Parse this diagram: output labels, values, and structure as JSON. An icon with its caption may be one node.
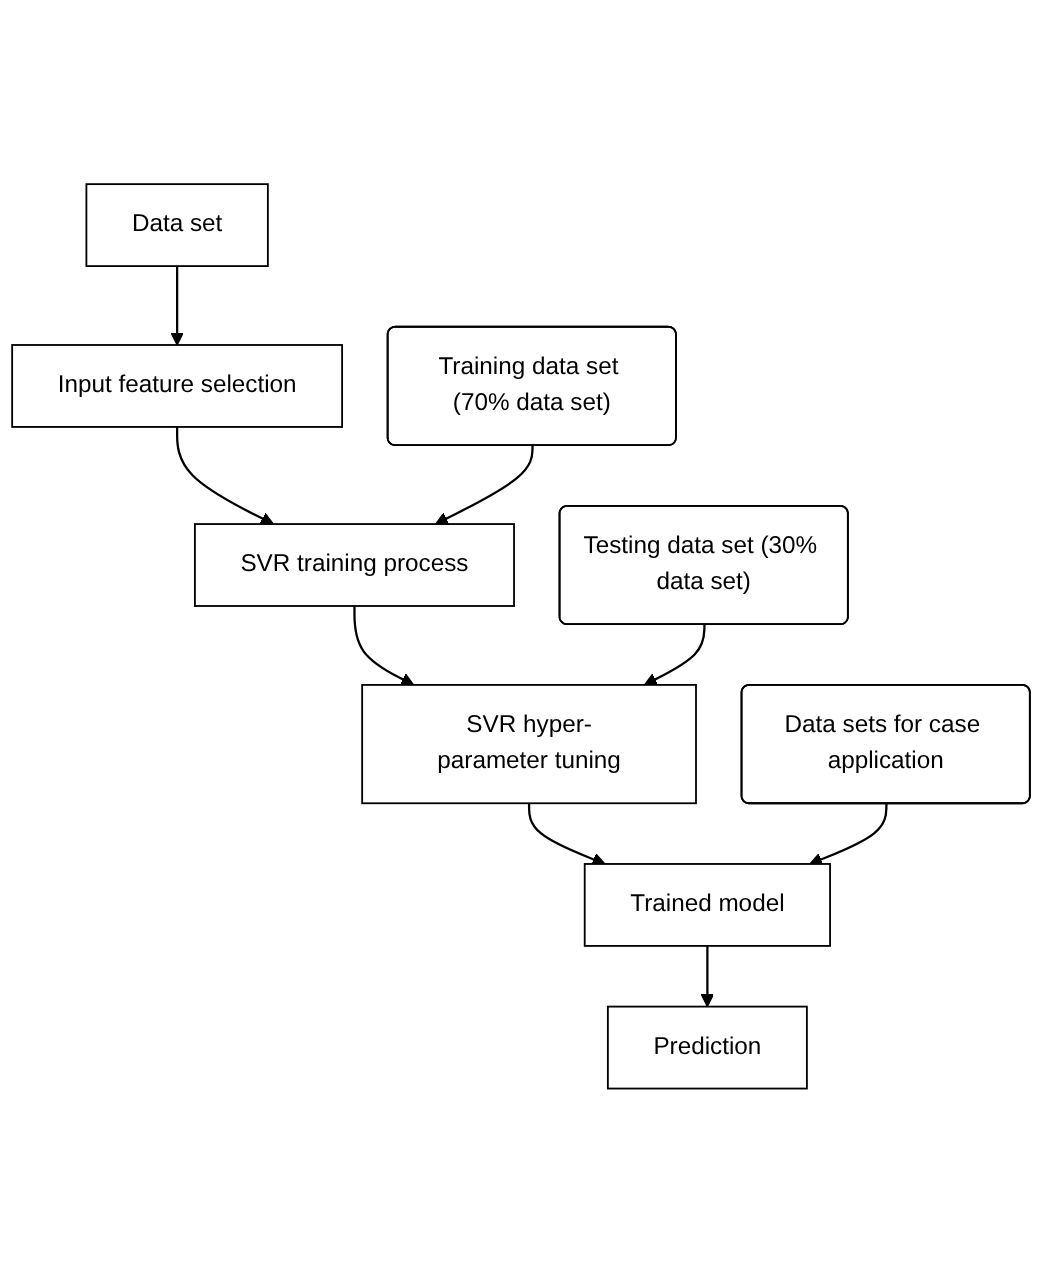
{
  "diagram": {
    "nodes": [
      {
        "text": [
          "Data set"
        ]
      },
      {
        "text": [
          "Input feature selection"
        ]
      },
      {
        "text": [
          "Training data set (70% data set)"
        ]
      },
      {
        "text": [
          "SVR training process"
        ]
      },
      {
        "text": [
          "Testing data set (30% data set)"
        ]
      },
      {
        "text": [
          "SVR hyper-parameter tuning"
        ]
      },
      {
        "text": [
          "Data sets for case application"
        ]
      },
      {
        "text": [
          "Trained model"
        ]
      },
      {
        "text": [
          "Prediction"
        ]
      }
    ],
    "edges": [
      {
        "from": 0,
        "to": 1,
        "arrow": "to"
      },
      {
        "from": 1,
        "to": 3,
        "arrow": "to"
      },
      {
        "from": 2,
        "to": 3,
        "arrow": "to"
      },
      {
        "from": 3,
        "to": 5,
        "arrow": "to"
      },
      {
        "from": 4,
        "to": 5,
        "arrow": "to"
      },
      {
        "from": 5,
        "to": 7,
        "arrow": "to"
      },
      {
        "from": 6,
        "to": 7,
        "arrow": "to"
      },
      {
        "from": 7,
        "to": 8,
        "arrow": "to"
      }
    ]
  }
}
